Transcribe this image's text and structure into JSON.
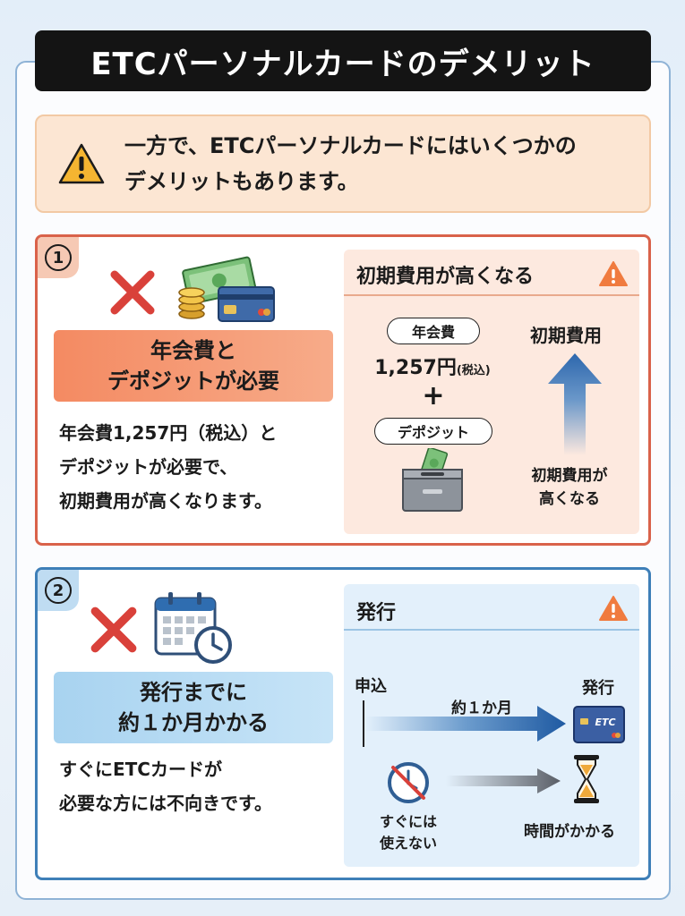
{
  "title": "ETCパーソナルカードのデメリット",
  "notice": {
    "line1": "一方で、ETCパーソナルカードにはいくつかの",
    "line2": "デメリットもあります。"
  },
  "section1": {
    "number": "1",
    "headline_line1": "年会費と",
    "headline_line2": "デポジットが必要",
    "desc_line1": "年会費1,257円（税込）と",
    "desc_line2": "デポジットが必要で、",
    "desc_line3": "初期費用が高くなります。",
    "panel_title": "初期費用が高くなる",
    "annual_fee_label": "年会費",
    "annual_fee_amount": "1,257円",
    "tax_note": "(税込)",
    "plus": "+",
    "deposit_label": "デポジット",
    "cost_label": "初期費用",
    "cost_caption_line1": "初期費用が",
    "cost_caption_line2": "高くなる"
  },
  "section2": {
    "number": "2",
    "headline_line1": "発行までに",
    "headline_line2": "約１か月かかる",
    "desc_line1": "すぐにETCカードが",
    "desc_line2": "必要な方には不向きです。",
    "panel_title": "発行",
    "apply_label": "申込",
    "issue_label": "発行",
    "duration_label": "約１か月",
    "card_text": "ETC",
    "not_immediate_line1": "すぐには",
    "not_immediate_line2": "使えない",
    "takes_time": "時間がかかる"
  },
  "colors": {
    "banner": "#141414",
    "section1_border": "#d9624a",
    "section2_border": "#3e7fb8",
    "warning": "#f07b3f",
    "x_mark": "#d9413a"
  }
}
